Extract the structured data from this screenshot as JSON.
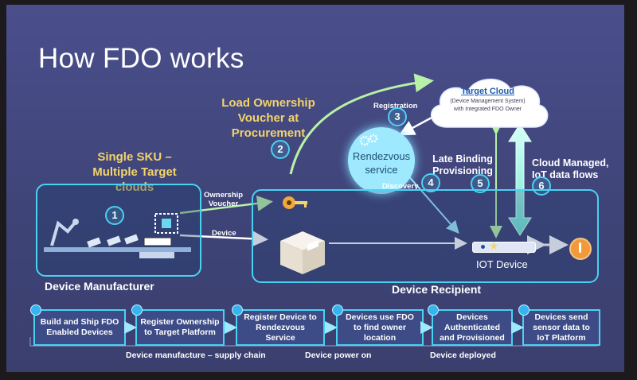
{
  "title": "How FDO works",
  "labels": {
    "single_sku_1": "Single SKU –",
    "single_sku_2": "Multiple Target clouds",
    "load_ov_1": "Load Ownership",
    "load_ov_2": "Voucher at",
    "load_ov_3": "Procurement",
    "registration": "Registration",
    "target_cloud": "Target Cloud",
    "target_cloud_sub1": "(Device Management System)",
    "target_cloud_sub2": "with Integrated FDO Owner",
    "rendezvous_1": "Rendezvous",
    "rendezvous_2": "service",
    "late_binding_1": "Late Binding",
    "late_binding_2": "Provisioning",
    "cloud_managed_1": "Cloud Managed,",
    "cloud_managed_2": "IoT data flows",
    "discovery": "Discovery",
    "ownership_voucher_1": "Ownership",
    "ownership_voucher_2": "Voucher",
    "device": "Device",
    "device_manufacturer": "Device Manufacturer",
    "device_recipient": "Device Recipient",
    "iot_device": "IOT Device"
  },
  "numbers": [
    "1",
    "2",
    "3",
    "4",
    "5",
    "6"
  ],
  "steps": [
    "Build and Ship FDO Enabled Devices",
    "Register Ownership to Target Platform",
    "Register Device to Rendezvous Service",
    "Devices use FDO to find owner location",
    "Devices Authenticated and Provisioned",
    "Devices send sensor data to IoT Platform"
  ],
  "phases": {
    "supply_chain": "Device manufacture – supply chain",
    "power_on": "Device power on",
    "deployed": "Device deployed"
  },
  "colors": {
    "accent_cyan": "#4ad2f2",
    "label_yellow": "#f3d46a",
    "arrow_green": "#b8f0a8",
    "slide_bg": "#454a84"
  }
}
